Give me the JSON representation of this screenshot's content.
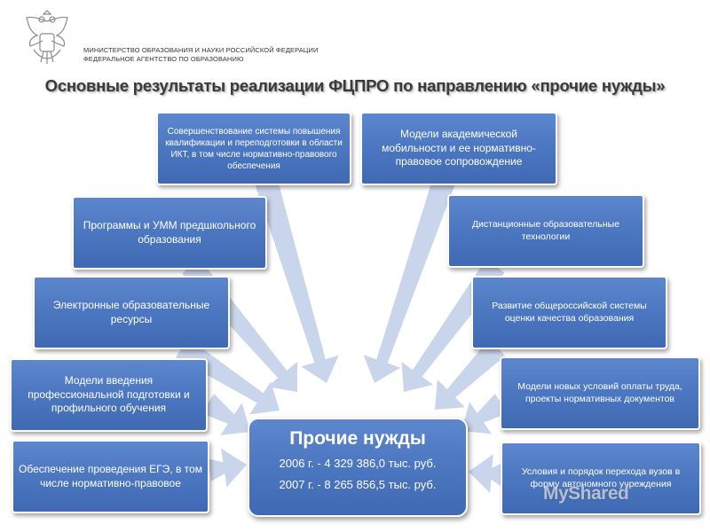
{
  "header": {
    "ministry_line1": "МИНИСТЕРСТВО ОБРАЗОВАНИЯ И НАУКИ РОССИЙСКОЙ ФЕДЕРАЦИИ",
    "ministry_line2": "ФЕДЕРАЛЬНОЕ АГЕНТСТВО ПО ОБРАЗОВАНИЮ"
  },
  "title": "Основные результаты реализации ФЦПРО по направлению «прочие нужды»",
  "center": {
    "title": "Прочие нужды",
    "line1": "2006 г. - 4 329 386,0 тыс. руб.",
    "line2": "2007 г. - 8 265 856,5 тыс. руб."
  },
  "nodes": {
    "ikt_qualification": "Совершенствование системы повышения квалификации и переподготовки в области ИКТ, в том числе нормативно-правового обеспечения",
    "academic_mobility": "Модели академической мобильности и ее нормативно-правовое сопровождение",
    "preschool_programs": "Программы и УММ предшкольного образования",
    "distance_tech": "Дистанционные образовательные технологии",
    "electronic_resources": "Электронные образовательные ресурсы",
    "quality_assessment": "Развитие общероссийской системы оценки качества образования",
    "profile_training": "Модели введения профессиональной подготовки и профильного обучения",
    "labor_payment": "Модели новых условий оплаты труда, проекты нормативных документов",
    "ege": "Обеспечение проведения ЕГЭ, в том числе нормативно-правовое",
    "autonomous": "Условия и порядок перехода вузов в форму автономного учреждения"
  },
  "watermark": "MyShared",
  "colors": {
    "box_fill": "#4a75bf",
    "arrow_fill": "#c9d5ea",
    "title_text": "#3a3a3a"
  }
}
